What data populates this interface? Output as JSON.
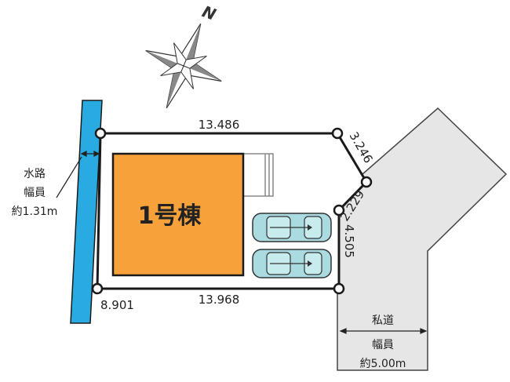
{
  "compass": {
    "label": "N"
  },
  "waterway": {
    "line1": "水路",
    "line2": "幅員",
    "line3": "約1.31m"
  },
  "building": {
    "label": "1号棟"
  },
  "dimensions": {
    "top": "13.486",
    "upper_right_diagonal": "3.246",
    "right_short": "2.229",
    "right_lower": "4.505",
    "bottom": "13.968",
    "left": "8.901"
  },
  "private_road": {
    "name": "私道",
    "width_label": "幅員",
    "width_value": "約5.00m"
  },
  "colors": {
    "waterway": "#29abe2",
    "building": "#f7a13b",
    "road": "#e6e6e6",
    "car": "#a9dbe0",
    "outline": "#222222"
  }
}
